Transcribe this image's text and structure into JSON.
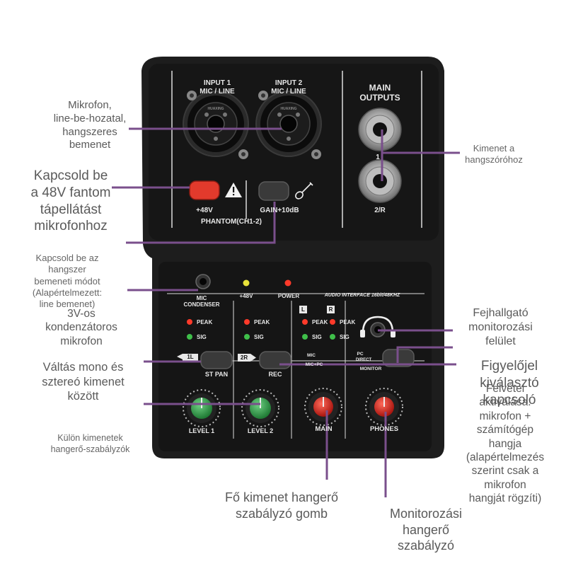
{
  "device": {
    "top": {
      "input1_label": "INPUT 1\nMIC / LINE",
      "input2_label": "INPUT 2\nMIC / LINE",
      "main_outputs_label": "MAIN\nOUTPUTS",
      "output_1": "1",
      "output_2r": "2/R",
      "plus48v": "+48V",
      "phantom": "PHANTOM(CH1-2)",
      "gain": "GAIN+10dB",
      "xlr_brand": "HUAXING"
    },
    "bottom": {
      "mic_condenser": "MIC\nCONDENSER",
      "led_48v": "+48V",
      "led_power": "POWER",
      "audio_interface": "AUDIO INTERFACE  16bit/48KHZ",
      "peak": "PEAK",
      "sig": "SIG",
      "l": "L",
      "r": "R",
      "btn_1l": "1L",
      "st_pan": "ST PAN",
      "btn_2r": "2R",
      "rec": "REC",
      "mic_opt": "MIC",
      "mic_pc_opt": "MIC+PC",
      "pc": "PC",
      "direct": "DIRECT",
      "monitor": "MONITOR",
      "level1": "LEVEL 1",
      "level2": "LEVEL 2",
      "main": "MAIN",
      "phones": "PHONES"
    }
  },
  "callouts": {
    "input": "Mikrofon,\nline-be-hozatal,\nhangszeres\nbemenet",
    "phantom": "Kapcsold be\na 48V fantom\ntápellátást\nmikrofonhoz",
    "instrument": "Kapcsold be az\nhangszer\nbemeneti módot\n(Alapértelmezett:\nline bemenet)",
    "condenser": "3V-os\nkondenzátoros\nmikrofon",
    "mono_stereo": "Váltás mono és\nsztereó kimenet\nközött",
    "levels": "Külön kimenetek\nhangerő-szabályzók",
    "main_volume": "Fő kimenet hangerő\nszabályzó gomb",
    "monitor_volume": "Monitorozási\nhangerő\nszabályzó",
    "speaker_out": "Kimenet a\nhangszóróhoz",
    "headphone": "Fejhallgató\nmonitorozási\nfelület",
    "monitor_select": "Figyelőjel\nkiválasztó\nkapcsoló",
    "record": "Felvétel\naktiválása:\nmikrofon +\nszámítógép\nhangja\n(alapértelmezés\nszerint csak a\nmikrofon\nhangját rögzíti)"
  },
  "colors": {
    "body": "#1b1b1b",
    "panel": "#141414",
    "leader": "#7a4f8c",
    "button_red": "#e23a2c",
    "knob_green": "#2f9e4a",
    "knob_red": "#d9241c",
    "led_red": "#ff3a2a",
    "led_green": "#3fbf4a",
    "led_yellow": "#e8e23a"
  }
}
